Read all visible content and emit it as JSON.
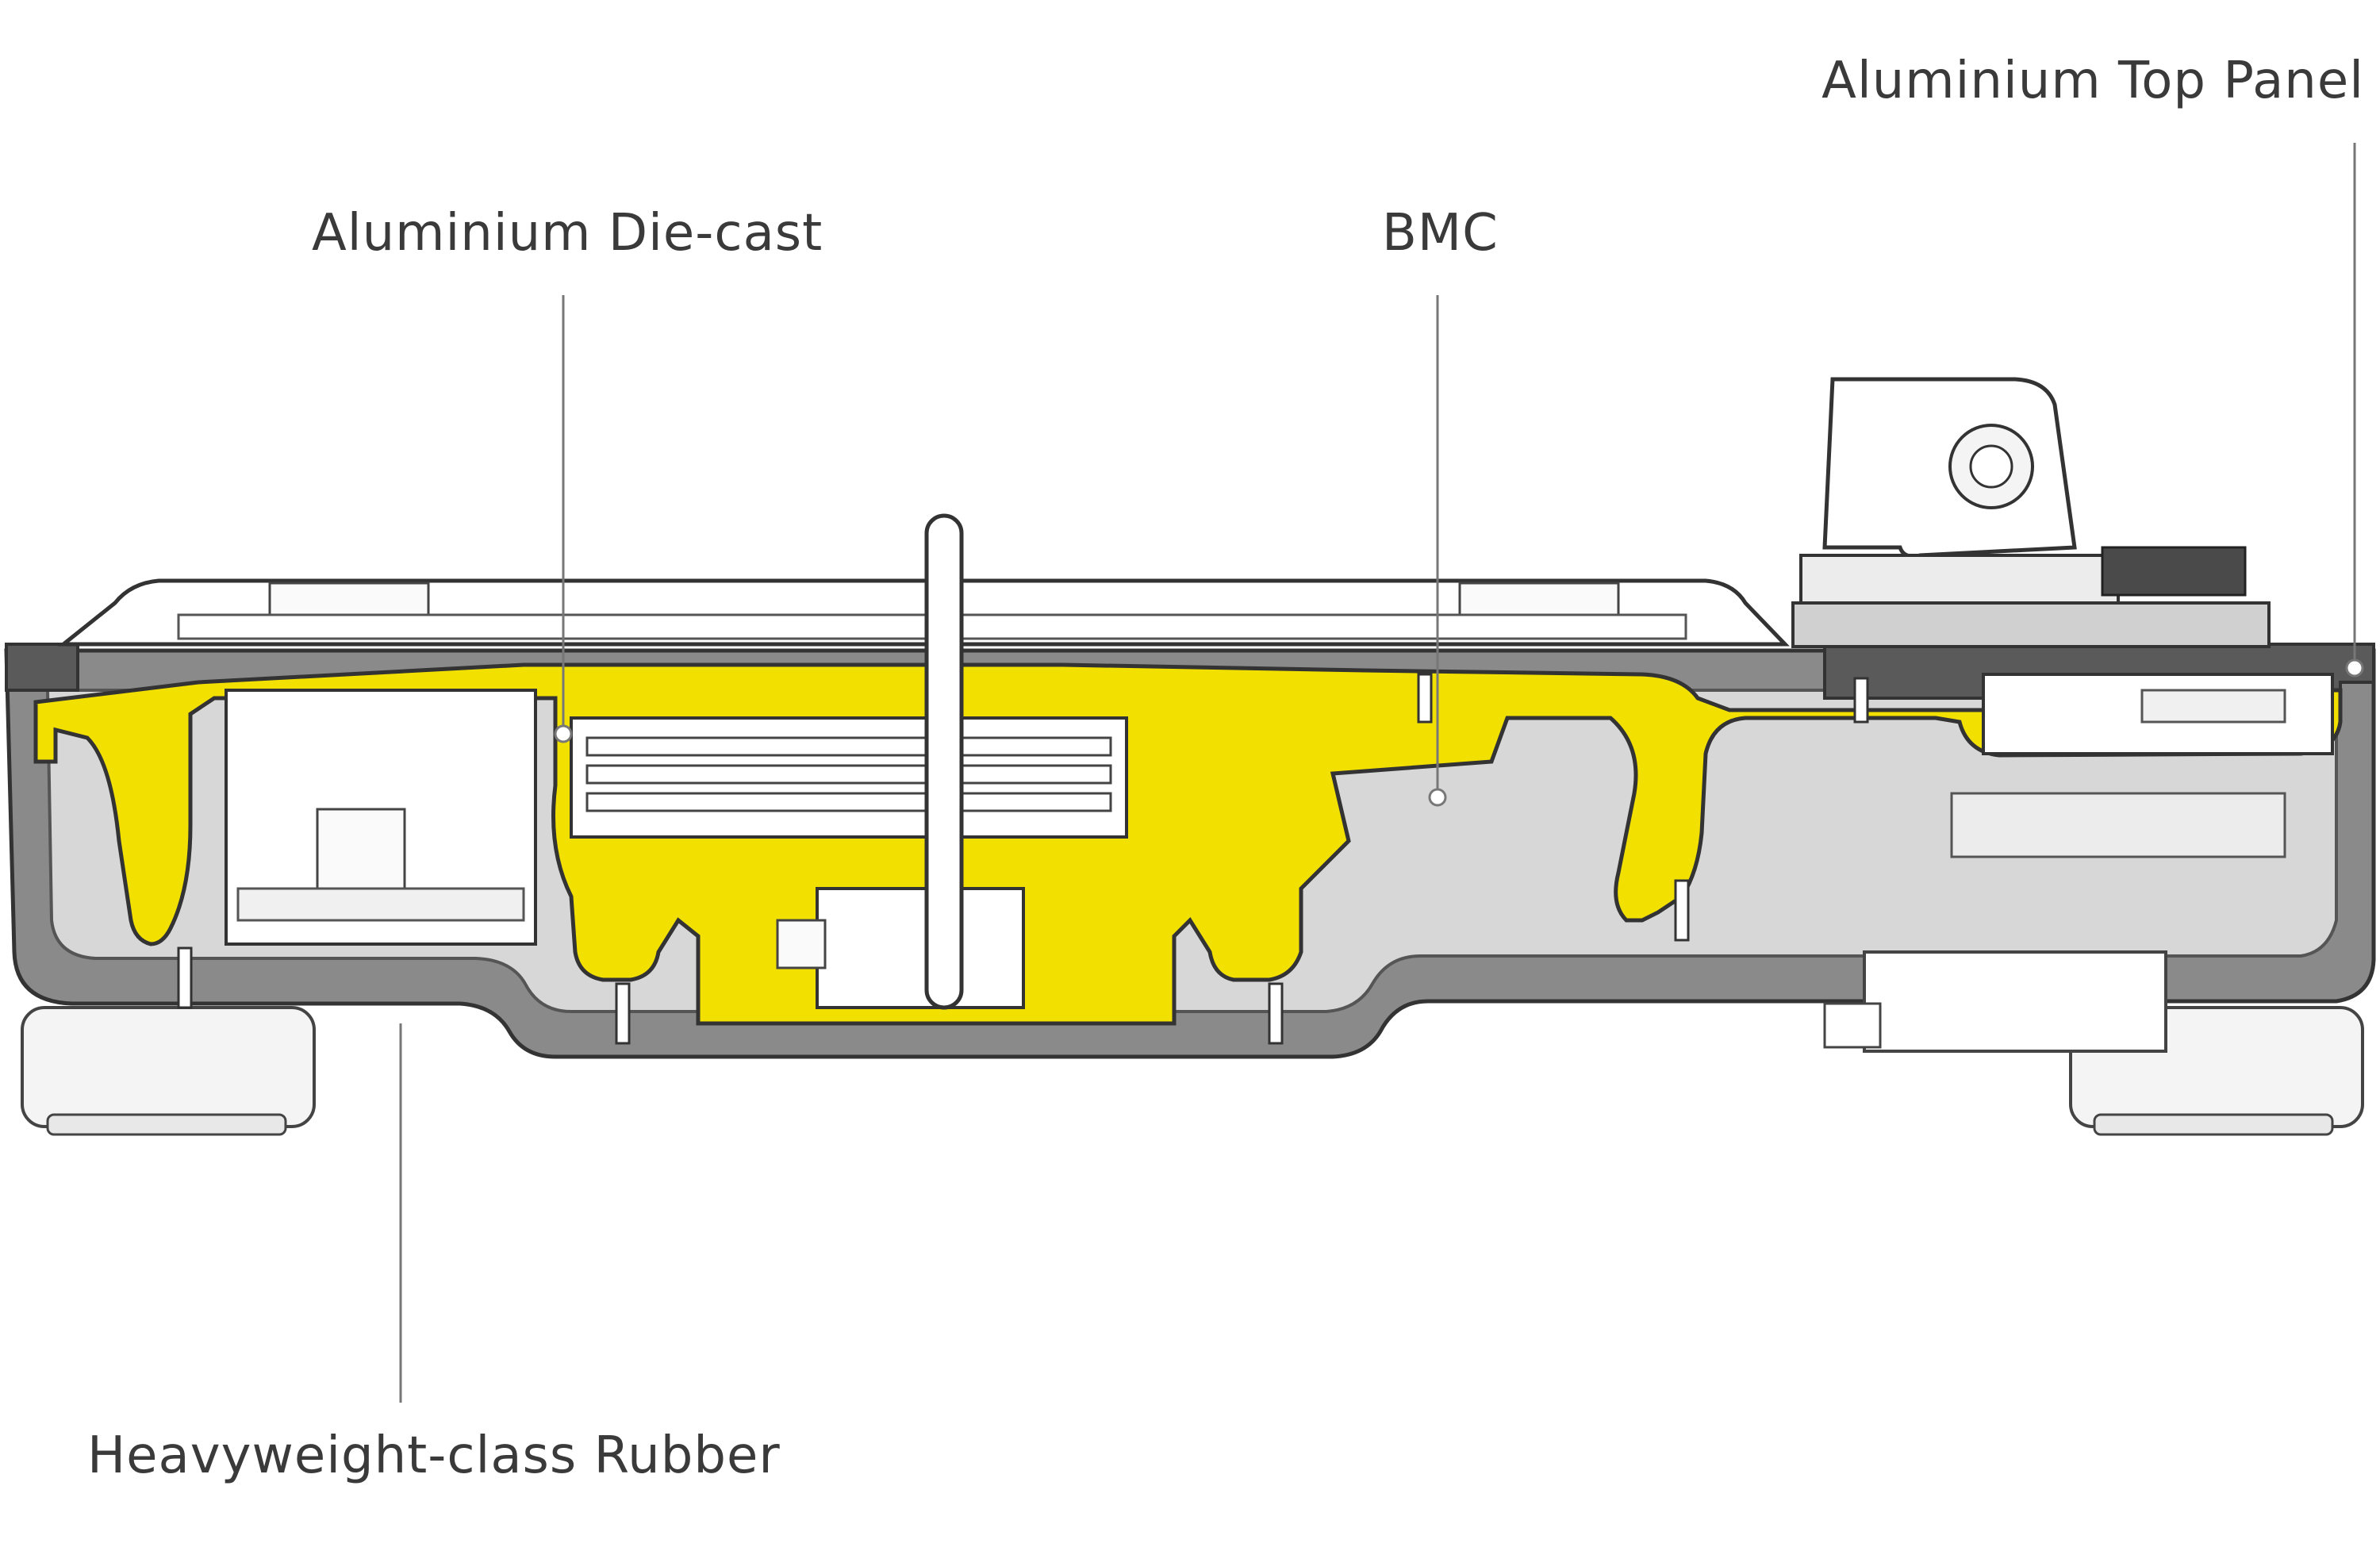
{
  "labels": {
    "die_cast": "Aluminium Die-cast",
    "bmc": "BMC",
    "top_panel": "Aluminium Top Panel",
    "rubber": "Heavyweight-class Rubber"
  },
  "colors": {
    "die_cast_fill": "#f2e000",
    "bmc_fill": "#d7d7d7",
    "rubber_fill": "#8a8a8a",
    "outline": "#333333",
    "leader_line": "#777777",
    "label_text": "#3a3a3a"
  }
}
